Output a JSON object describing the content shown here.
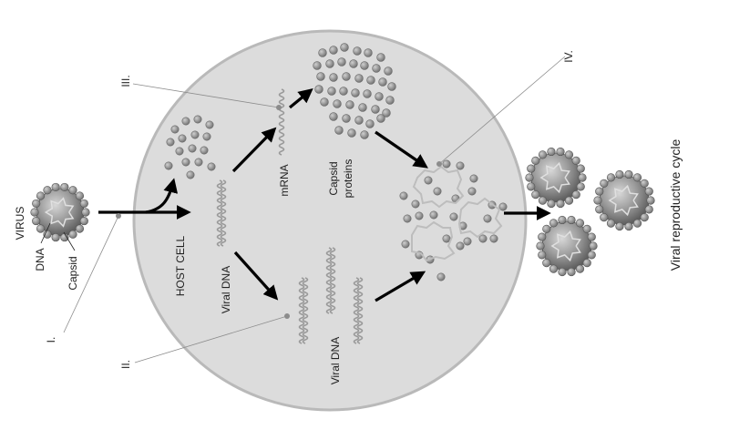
{
  "labels": {
    "virus": "VIRUS",
    "dna": "DNA",
    "capsid": "Capsid",
    "host_cell": "HOST CELL",
    "viral_dna_1": "Viral DNA",
    "viral_dna_2": "Viral DNA",
    "mrna": "mRNA",
    "capsid_proteins_line1": "Capsid",
    "capsid_proteins_line2": "proteins",
    "title": "Viral reproductive cycle"
  },
  "markers": {
    "i": "I.",
    "ii": "II.",
    "iii": "III.",
    "iv": "IV."
  },
  "colors": {
    "cell_fill": "#dcdcdc",
    "cell_stroke": "#b9b9b9",
    "protein": "#8f8f8f",
    "arrow": "#000000",
    "dna_strand": "#9a9a9a"
  }
}
